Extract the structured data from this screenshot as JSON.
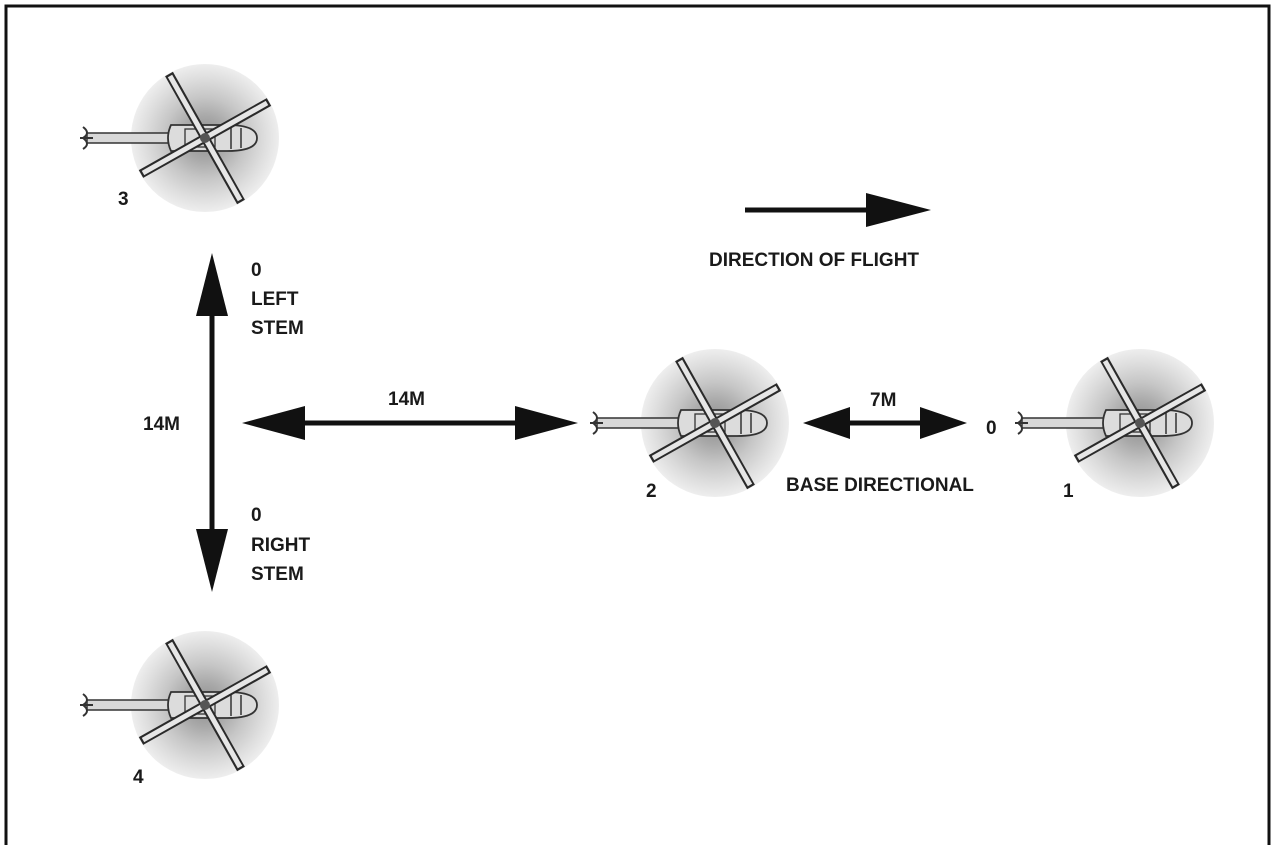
{
  "direction_label": "DIRECTION OF FLIGHT",
  "base_label": "BASE DIRECTIONAL",
  "left_stem": {
    "zero": "0",
    "line1": "LEFT",
    "line2": "STEM"
  },
  "right_stem": {
    "zero": "0",
    "line1": "RIGHT",
    "line2": "STEM"
  },
  "vertical_distance": "14M",
  "horizontal_distance": "14M",
  "close_distance": "7M",
  "lead_zero": "0",
  "helicopters": [
    {
      "number": "3"
    },
    {
      "number": "4"
    },
    {
      "number": "2"
    },
    {
      "number": "1"
    }
  ]
}
